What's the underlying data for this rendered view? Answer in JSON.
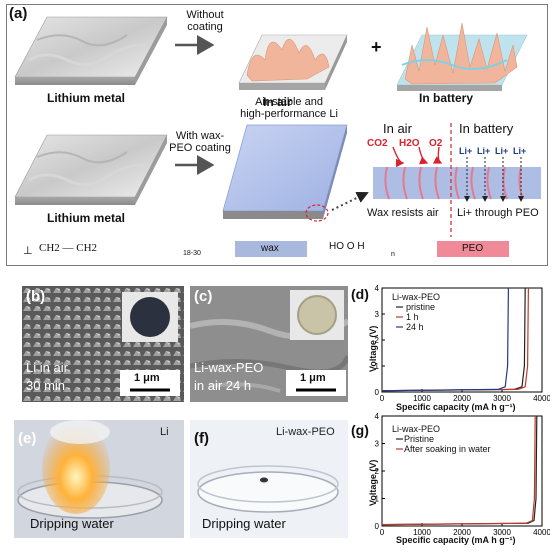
{
  "panel_a": {
    "label": "(a)",
    "li_metal_top": "Lithium metal",
    "li_metal_bottom": "Lithium metal",
    "without_coating": "Without\ncoating",
    "in_air_top": "In air",
    "plus": "+",
    "in_battery_top": "In battery",
    "with_coating": "With wax-\nPEO coating",
    "air_stable": "Air-stable and\nhigh-performance Li",
    "in_air_bottom": "In air",
    "in_battery_bottom": "In battery",
    "co2": "CO2",
    "h2o": "H2O",
    "o2": "O2",
    "li_ions": [
      "Li+",
      "Li+",
      "Li+",
      "Li+"
    ],
    "wax_resists": "Wax resists air",
    "li_through": "Li+ through PEO",
    "legend_formula": "CH2 — CH2",
    "legend_subscript": "18-30",
    "legend_wax": "wax",
    "legend_peo_formula": "HO   O  H",
    "legend_peo_subscript": "n",
    "legend_peo": "PEO",
    "colors": {
      "wax": "#a9b9de",
      "peo": "#f08a99",
      "dashed": "#d9232e"
    }
  },
  "panel_b": {
    "label": "(b)",
    "caption_1": "Li in air",
    "caption_2": "30 min",
    "scale": "1 μm"
  },
  "panel_c": {
    "label": "(c)",
    "caption_1": "Li-wax-PEO",
    "caption_2": "in air 24 h",
    "scale": "1 μm"
  },
  "panel_e": {
    "label": "(e)",
    "corner": "Li",
    "caption": "Dripping water"
  },
  "panel_f": {
    "label": "(f)",
    "corner": "Li-wax-PEO",
    "caption": "Dripping water"
  },
  "chart_data": [
    {
      "panel": "(d)",
      "type": "line",
      "title": "Li-wax-PEO",
      "xlabel": "Specific capacity (mA h g⁻¹)",
      "ylabel": "Voltage (V)",
      "xlim": [
        0,
        4000
      ],
      "ylim": [
        0,
        4
      ],
      "xticks": [
        "0",
        "1000",
        "2000",
        "3000",
        "4000"
      ],
      "yticks": [
        "0",
        "1",
        "2",
        "3",
        "4"
      ],
      "series": [
        {
          "name": "pristine",
          "color": "#222222",
          "x": [
            0,
            3300,
            3500,
            3560,
            3580
          ],
          "y": [
            0.05,
            0.1,
            0.2,
            1.0,
            4.0
          ]
        },
        {
          "name": "1 h",
          "color": "#c0392b",
          "x": [
            0,
            3400,
            3580,
            3640,
            3660
          ],
          "y": [
            0.05,
            0.1,
            0.2,
            1.0,
            4.0
          ]
        },
        {
          "name": "24 h",
          "color": "#1f3c88",
          "x": [
            0,
            2900,
            3080,
            3140,
            3160
          ],
          "y": [
            0.05,
            0.1,
            0.2,
            1.0,
            4.0
          ]
        }
      ]
    },
    {
      "panel": "(g)",
      "type": "line",
      "title": "Li-wax-PEO",
      "xlabel": "Specific capacity (mA h g⁻¹)",
      "ylabel": "Voltage (V)",
      "xlim": [
        0,
        4000
      ],
      "ylim": [
        0,
        4
      ],
      "xticks": [
        "0",
        "1000",
        "2000",
        "3000",
        "4000"
      ],
      "yticks": [
        "0",
        "1",
        "2",
        "3",
        "4"
      ],
      "series": [
        {
          "name": "Pristine",
          "color": "#222222",
          "x": [
            0,
            3650,
            3800,
            3850,
            3870
          ],
          "y": [
            0.05,
            0.1,
            0.2,
            1.0,
            4.0
          ]
        },
        {
          "name": "After soaking in water",
          "color": "#c0392b",
          "x": [
            0,
            3600,
            3760,
            3810,
            3830
          ],
          "y": [
            0.05,
            0.1,
            0.2,
            1.0,
            4.0
          ]
        }
      ]
    }
  ]
}
